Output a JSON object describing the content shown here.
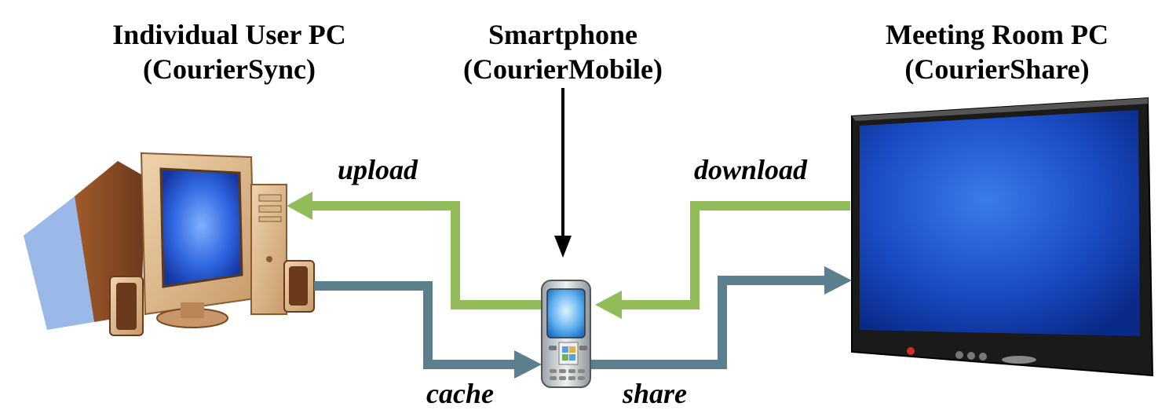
{
  "nodes": {
    "pc": {
      "name": "Individual User PC",
      "app": "(CourierSync)"
    },
    "phone": {
      "name": "Smartphone",
      "app": "(CourierMobile)"
    },
    "room": {
      "name": "Meeting Room PC",
      "app": "(CourierShare)"
    }
  },
  "edges": {
    "upload": "upload",
    "download": "download",
    "cache": "cache",
    "share": "share"
  },
  "colors": {
    "upload_download": "#92bb5a",
    "cache_share": "#5b7f8d",
    "input_arrow": "#000000"
  }
}
